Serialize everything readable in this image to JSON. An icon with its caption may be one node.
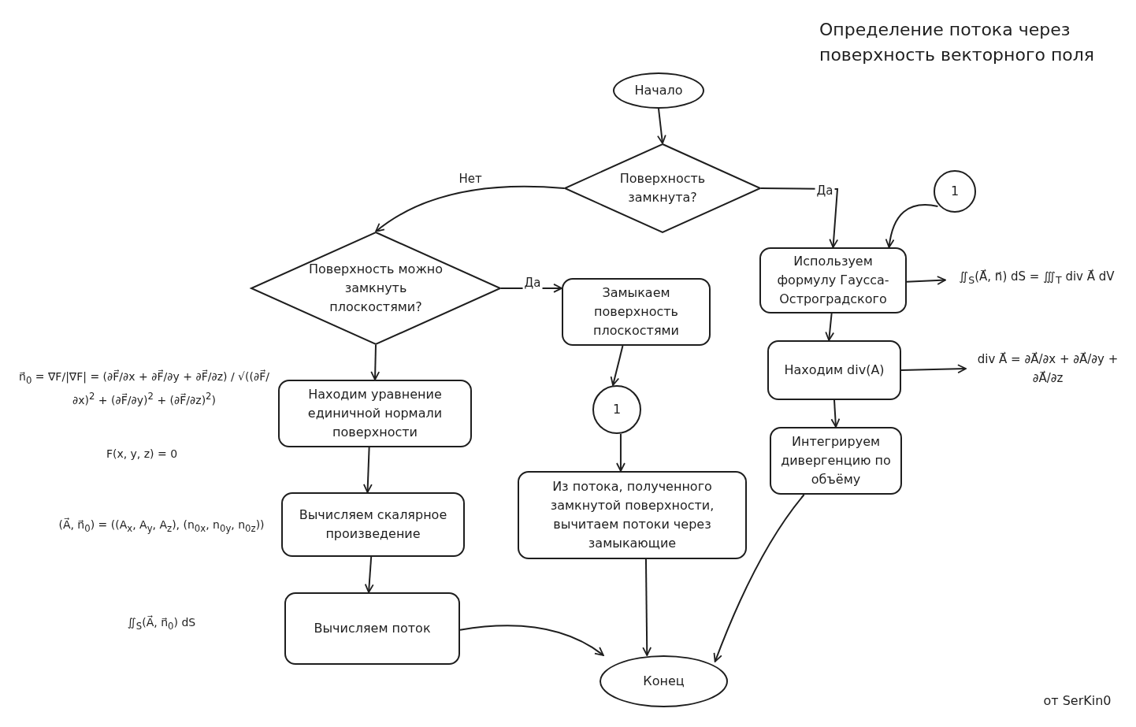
{
  "diagram": {
    "title": "Определение потока через поверхность векторного поля",
    "nodes": [
      {
        "text": [
          "Начало"
        ]
      },
      {
        "text": [
          "Поверхность замкнута?"
        ]
      },
      {
        "text": [
          "Поверхность можно замкнуть плоскостями?"
        ]
      },
      {
        "text": [
          "Замыкаем поверхность плоскостями"
        ]
      },
      {
        "text": [
          "1"
        ]
      },
      {
        "text": [
          "1"
        ]
      },
      {
        "text": [
          "Используем формулу Гаусса-Остроградского"
        ]
      },
      {
        "text": [
          "∬$_{S}$(A⃗, n⃗) dS = ∭$_{T}$ div A⃗ dV"
        ]
      },
      {
        "text": [
          "Находим div(A)"
        ]
      },
      {
        "text": [
          "div A⃗ = ∂A⃗/∂x + ∂A⃗/∂y + ∂A⃗/∂z"
        ]
      },
      {
        "text": [
          "Интегрируем дивергенцию по объёму"
        ]
      },
      {
        "text": [
          "Находим уравнение единичной нормали поверхности"
        ]
      },
      {
        "text": [
          "Вычисляем скалярное произведение"
        ]
      },
      {
        "text": [
          "Вычисляем поток"
        ]
      },
      {
        "text": [
          "Из потока, полученного замкнутой поверхности, вычитаем потоки через замыкающие"
        ]
      },
      {
        "text": [
          "Конец"
        ]
      }
    ],
    "edges": [
      {
        "from": 0,
        "to": 1,
        "arrow": "to"
      },
      {
        "from": 1,
        "to": 2,
        "arrow": "to",
        "label": "Нет"
      },
      {
        "from": 1,
        "to": 6,
        "arrow": "to",
        "label": "Да"
      },
      {
        "from": 5,
        "to": 6,
        "arrow": "to"
      },
      {
        "from": 2,
        "to": 3,
        "arrow": "to",
        "label": "Да"
      },
      {
        "from": 3,
        "to": 4,
        "arrow": "to"
      },
      {
        "from": 4,
        "to": 14,
        "arrow": "to"
      },
      {
        "from": 14,
        "to": 15,
        "arrow": "to"
      },
      {
        "from": 2,
        "to": 11,
        "arrow": "to"
      },
      {
        "from": 11,
        "to": 12,
        "arrow": "to"
      },
      {
        "from": 12,
        "to": 13,
        "arrow": "to"
      },
      {
        "from": 13,
        "to": 15,
        "arrow": "to"
      },
      {
        "from": 6,
        "to": 8,
        "arrow": "to"
      },
      {
        "from": 6,
        "to": 7,
        "arrow": "to"
      },
      {
        "from": 8,
        "to": 9,
        "arrow": "to"
      },
      {
        "from": 8,
        "to": 10,
        "arrow": "to"
      },
      {
        "from": 10,
        "to": 15,
        "arrow": "to"
      }
    ],
    "labels": [
      "n⃗$_{0}$ = ∇F/|∇F| = (∂F⃗/∂x + ∂F⃗/∂y + ∂F⃗/∂z) / √((∂F⃗/∂x)$^{2}$ + (∂F⃗/∂y)$^{2}$ + (∂F⃗/∂z)$^{2}$)",
      "F(x, y, z) = 0",
      "(A⃗, n⃗$_{0}$) = ((A$_{x}$, A$_{y}$, A$_{z}$), (n$_{0x}$, n$_{0y}$, n$_{0z}$))",
      "∬$_{S}$(A⃗, n⃗$_{0}$) dS",
      "от SerKin0"
    ]
  }
}
